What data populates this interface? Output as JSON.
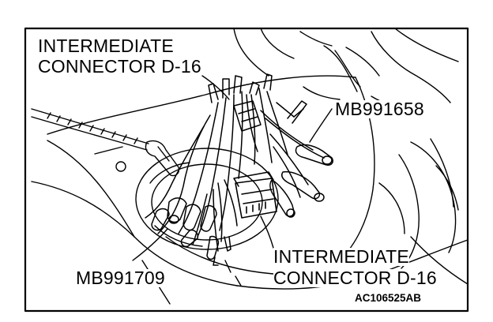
{
  "figure": {
    "callouts": {
      "top_connector": [
        "INTERMEDIATE",
        "CONNECTOR D-16"
      ],
      "tool_right": "MB991658",
      "bottom_connector": [
        "INTERMEDIATE",
        "CONNECTOR D-16"
      ],
      "tool_left": "MB991709"
    },
    "figure_code": "AC106525AB"
  },
  "colors": {
    "ink": "#000000",
    "paper": "#ffffff"
  }
}
